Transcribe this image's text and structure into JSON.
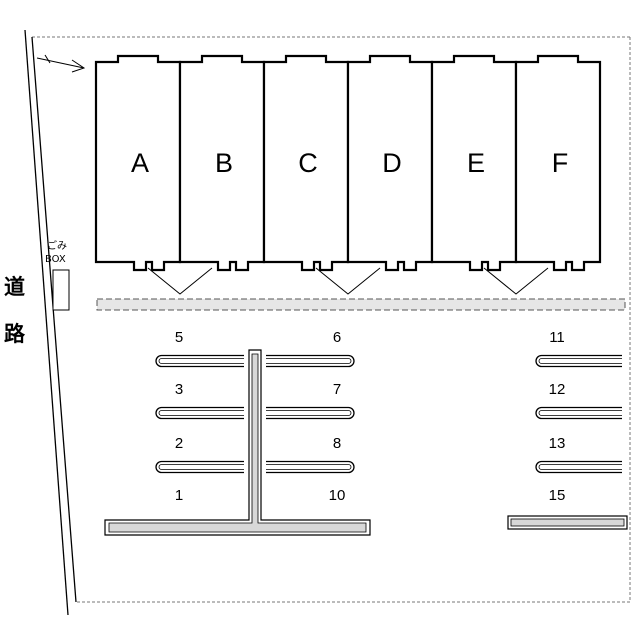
{
  "units": [
    "A",
    "B",
    "C",
    "D",
    "E",
    "F"
  ],
  "road_label": [
    "道",
    "路"
  ],
  "gomi_box": {
    "line1": "ごみ",
    "line2": "BOX"
  },
  "parking": {
    "left_upper_labels": [
      "5",
      "3",
      "2",
      "1"
    ],
    "middle_labels": [
      "6",
      "7",
      "8",
      "10"
    ],
    "right_labels": [
      "11",
      "12",
      "13",
      "15"
    ]
  },
  "icons": {
    "compass": "north-arrow-icon"
  },
  "colors": {
    "line": "#000000",
    "dash": "#777777",
    "fill_gray": "#d8d8d8",
    "background": "#ffffff"
  }
}
